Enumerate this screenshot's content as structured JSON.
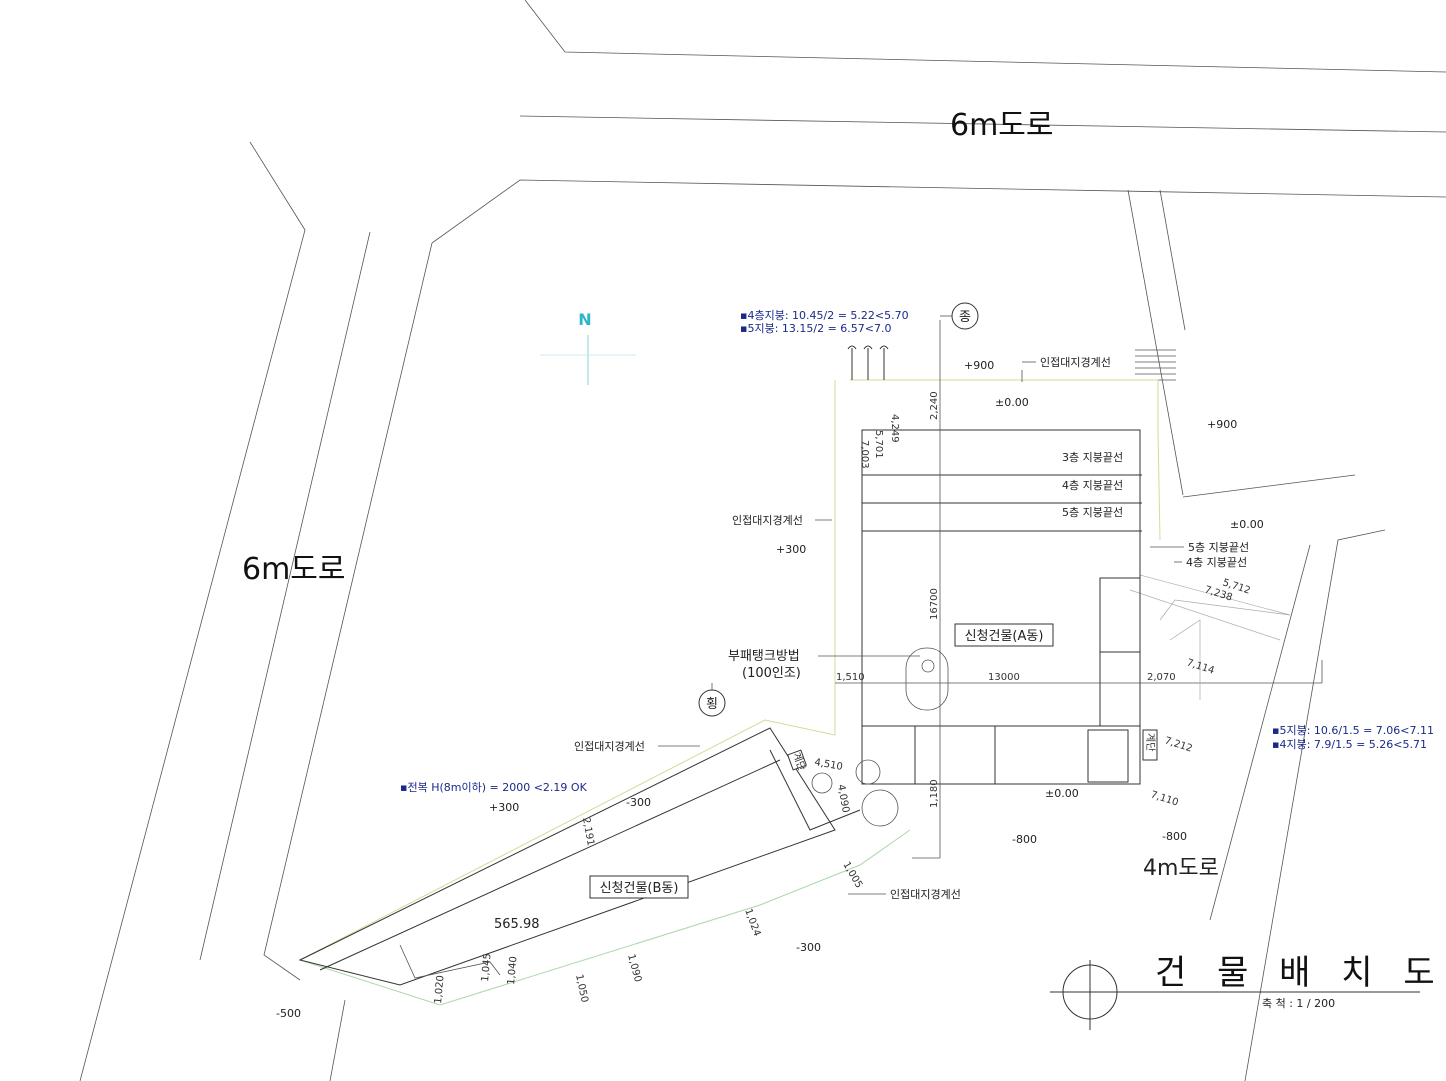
{
  "roads": {
    "top": "6m도로",
    "left": "6m도로",
    "bottom_right": "4m도로"
  },
  "compass": {
    "letter": "N",
    "color": "#2ab7c7"
  },
  "title": {
    "main": "건 물 배 치 도",
    "scale": "축   척 :   1  / 200"
  },
  "section_markers": {
    "vertical": "종",
    "horizontal": "횡"
  },
  "buildings": {
    "a": "신청건물(A동)",
    "b": "신청건물(B동)",
    "b_area": "565.98"
  },
  "septic": {
    "line1": "부패탱크방법",
    "line2": "(100인조)"
  },
  "notes": {
    "setback_a1": "▪4층지붕: 10.45/2 = 5.22<5.70",
    "setback_a2": "▪5지붕: 13.15/2 = 6.57<7.0",
    "setback_b1": "▪5지붕: 10.6/1.5 = 7.06<7.11",
    "setback_b2": "▪4지붕: 7.9/1.5 = 5.26<5.71",
    "front": "▪전복 H(8m이하) = 2000 <2.19 OK"
  },
  "boundary_labels": {
    "top": "인접대지경계선",
    "left": "인접대지경계선",
    "lower_left": "인접대지경계선",
    "bottom": "인접대지경계선"
  },
  "roof_lines": {
    "r3": "3층 지붕끝선",
    "r4": "4층 지붕끝선",
    "r5": "5층 지붕끝선",
    "r5b": "5층 지붕끝선",
    "r4b": "4층 지붕끝선"
  },
  "levels": {
    "l1": "+900",
    "l2": "±0.00",
    "l3": "+900",
    "l4": "+300",
    "l5": "±0.00",
    "l6": "±0.00",
    "l7": "+300",
    "l8": "-300",
    "l9": "-800",
    "l10": "-800",
    "l11": "-300",
    "l12": "-500"
  },
  "dimensions": {
    "d2240": "2,240",
    "d4249": "4,249",
    "d5701": "5,701",
    "d7003": "7,003",
    "d16700": "16700",
    "d13000": "13000",
    "d1510": "1,510",
    "d2070": "2,070",
    "d5712": "5,712",
    "d7238": "7,238",
    "d7114": "7,114",
    "d7212": "7,212",
    "d7110": "7,110",
    "d1180": "1,180",
    "d2191": "2,191",
    "d1005": "1,005",
    "d1024": "1,024",
    "d1090": "1,090",
    "d1050": "1,050",
    "d1040": "1,040",
    "d1045": "1,045",
    "d1020": "1,020",
    "d4510": "4,510",
    "d4090": "4,090"
  },
  "stair_marks": {
    "a": "계단",
    "b": "계단"
  }
}
